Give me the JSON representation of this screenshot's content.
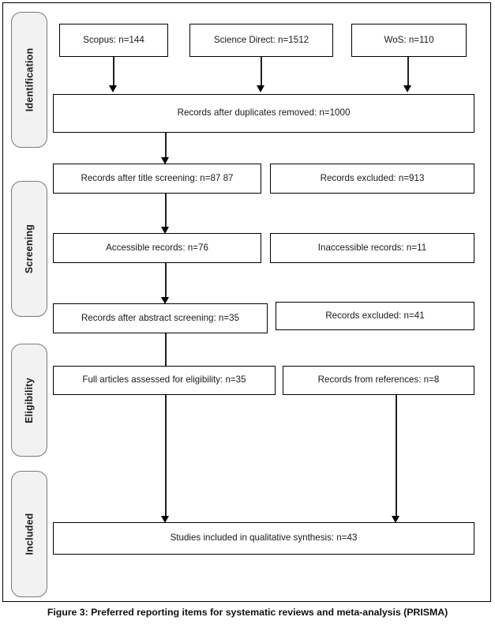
{
  "figure": {
    "caption": "Figure 3: Preferred reporting items for systematic reviews and meta-analysis (PRISMA)",
    "type": "PRISMA flow diagram"
  },
  "stages": [
    {
      "label": "Identification"
    },
    {
      "label": "Screening"
    },
    {
      "label": "Eligibility"
    },
    {
      "label": "Included"
    }
  ],
  "nodes": {
    "source_scopus": "Scopus: n=144",
    "source_science_direct": "Science Direct: n=1512",
    "source_wos": "WoS: n=110",
    "duplicates_removed": "Records after duplicates removed: n=1000",
    "title_screening": "Records after title screening: n=87 87",
    "excluded_title": "Records excluded: n=913",
    "accessible": "Accessible records: n=76",
    "inaccessible": "Inaccessible records: n=11",
    "abstract_screening": "Records after abstract screening: n=35",
    "excluded_abstract": "Records excluded: n=41",
    "full_articles": "Full articles assessed for eligibility: n=35",
    "from_references": "Records from references: n=8",
    "included_synthesis": "Studies included in qualitative synthesis: n=43"
  },
  "chart_data": {
    "type": "diagram",
    "title": "Figure 3: Preferred reporting items for systematic reviews and meta-analysis (PRISMA)",
    "stages": [
      "Identification",
      "Screening",
      "Eligibility",
      "Included"
    ],
    "records": [
      {
        "stage": "Identification",
        "label": "Scopus",
        "n": 144
      },
      {
        "stage": "Identification",
        "label": "Science Direct",
        "n": 1512
      },
      {
        "stage": "Identification",
        "label": "WoS",
        "n": 110
      },
      {
        "stage": "Identification",
        "label": "Records after duplicates removed",
        "n": 1000
      },
      {
        "stage": "Screening",
        "label": "Records after title screening",
        "n": 87
      },
      {
        "stage": "Screening",
        "label": "Records excluded",
        "n": 913
      },
      {
        "stage": "Screening",
        "label": "Accessible records",
        "n": 76
      },
      {
        "stage": "Screening",
        "label": "Inaccessible records",
        "n": 11
      },
      {
        "stage": "Screening",
        "label": "Records after abstract screening",
        "n": 35
      },
      {
        "stage": "Screening",
        "label": "Records excluded",
        "n": 41
      },
      {
        "stage": "Eligibility",
        "label": "Full articles assessed for eligibility",
        "n": 35
      },
      {
        "stage": "Eligibility",
        "label": "Records from references",
        "n": 8
      },
      {
        "stage": "Included",
        "label": "Studies included in qualitative synthesis",
        "n": 43
      }
    ],
    "colors": {
      "box_border": "#000000",
      "box_fill": "#ffffff",
      "tab_fill": "#f2f2f2",
      "tab_border": "#7a7a7a",
      "text": "#1a1a1a"
    }
  }
}
